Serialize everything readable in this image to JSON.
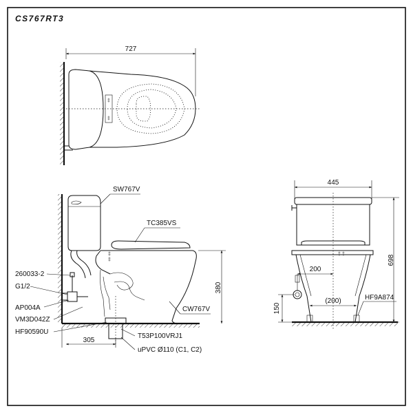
{
  "title": "CS767RT3",
  "top_view": {
    "width_dim": "727"
  },
  "side_view": {
    "height_dim": "380",
    "depth_dim": "305",
    "labels": {
      "tank": "SW767V",
      "seat": "TC385VS",
      "bowl": "CW767V",
      "supply_part": "260033-2",
      "thread": "G1/2",
      "valve": "AP004A",
      "hose": "VM3D042Z",
      "flange": "HF90590U",
      "outlet": "T53P100VRJ1",
      "pipe": "uPVC Ø110 (C1, C2)"
    }
  },
  "front_view": {
    "width_dim": "445",
    "height_dim": "698",
    "inlet_offset": "200",
    "inlet_height": "150",
    "bolt_spacing": "(200)",
    "bolt_label": "HF9A874"
  }
}
